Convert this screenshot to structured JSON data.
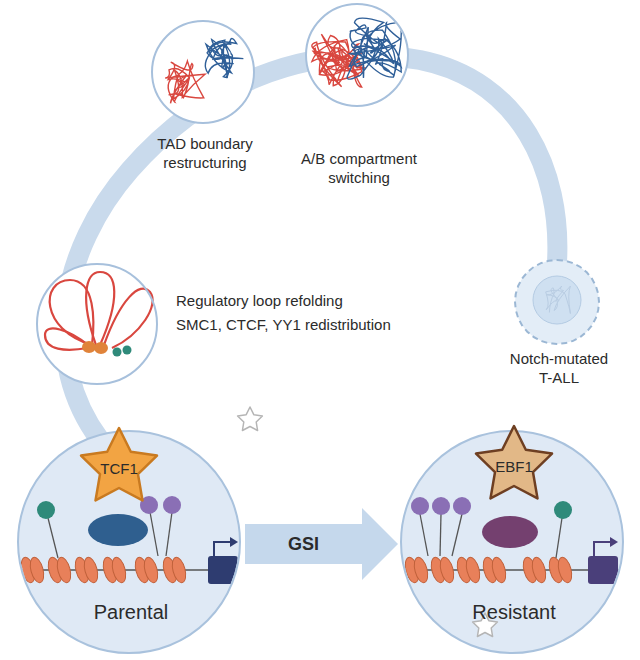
{
  "diagram": {
    "nodes": [
      {
        "text": [
          "Regulatory loop refolding",
          "SMC1, CTCF, YY1 redistribution"
        ]
      },
      {
        "text": [
          "TAD boundary restructuring"
        ]
      },
      {
        "text": [
          "A/B compartment switching"
        ]
      },
      {
        "text": [
          "Notch-mutated T-ALL"
        ]
      },
      {
        "text": [
          "Parental"
        ]
      },
      {
        "text": [
          "TCF1"
        ],
        "in": 4
      },
      {
        "text": [
          "Resistant"
        ]
      },
      {
        "text": [
          "EBF1"
        ],
        "in": 6
      }
    ],
    "edges": [
      {
        "from": 4,
        "to": 6,
        "label": "GSI",
        "arrow": "to"
      }
    ]
  }
}
